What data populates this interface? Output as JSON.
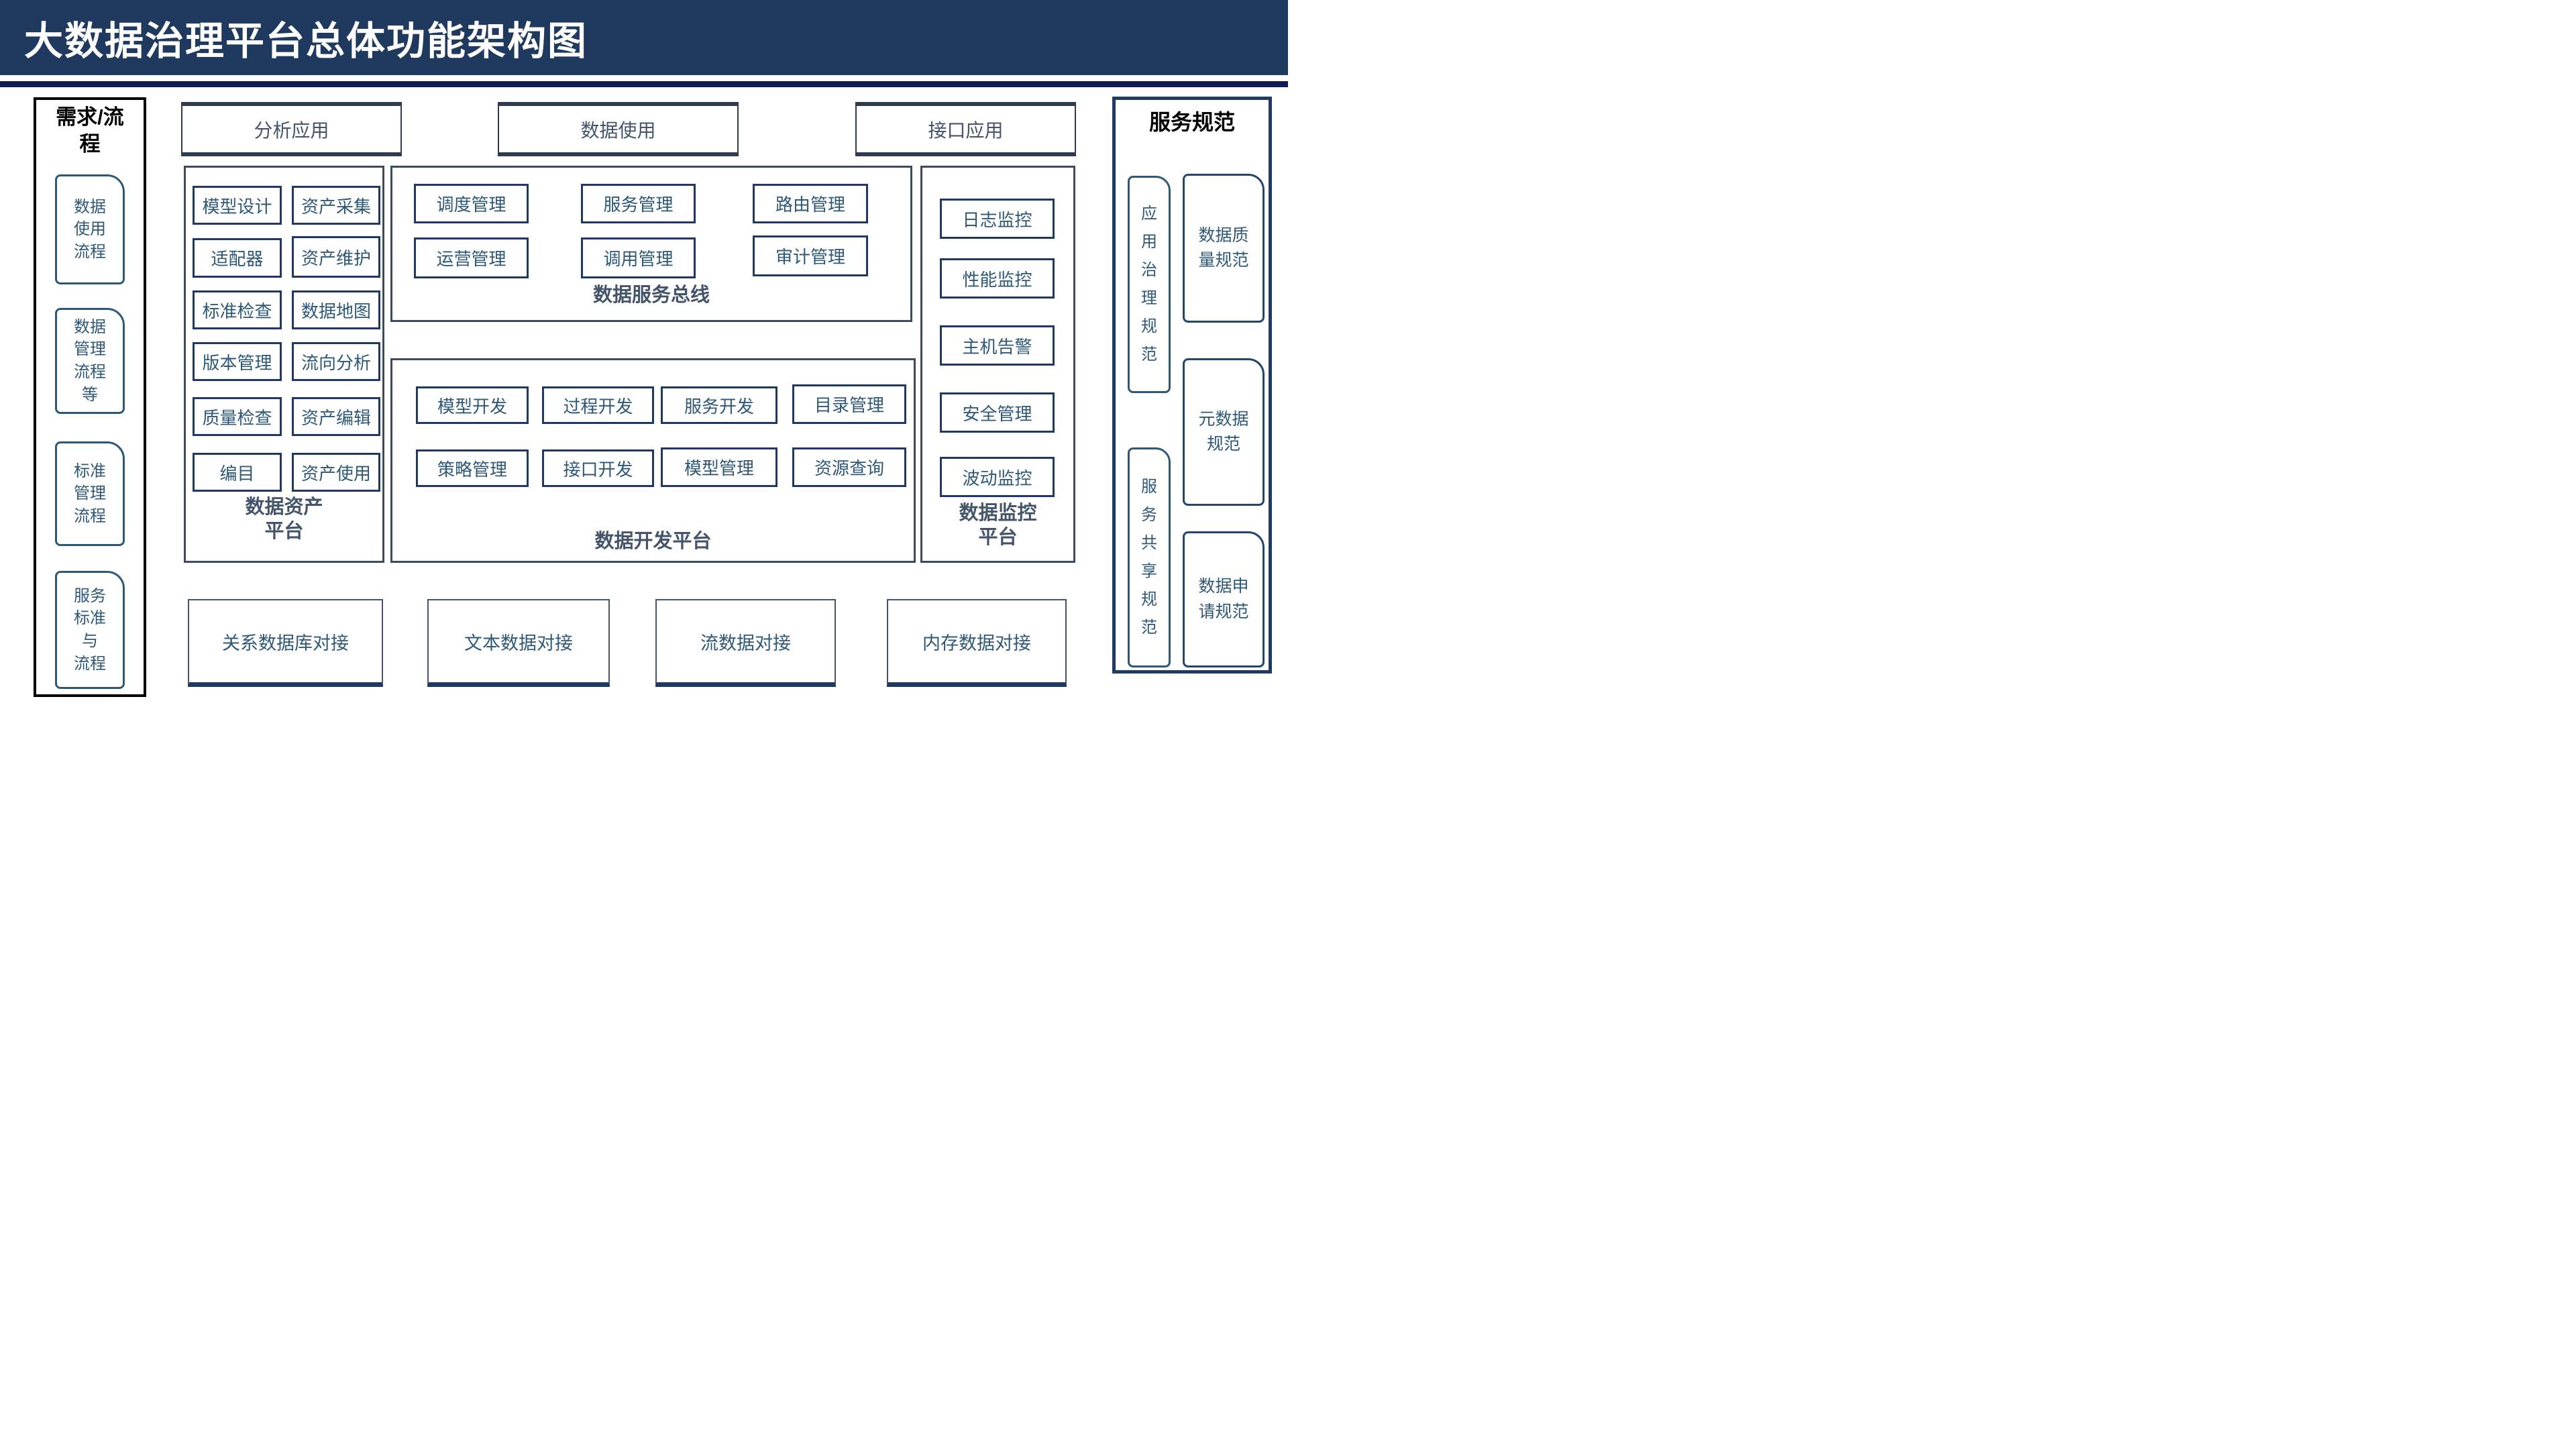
{
  "title": "大数据治理平台总体功能架构图",
  "colors": {
    "header_bg": "#1f3a5e",
    "stripe": "#0e1c55",
    "navy_border": "#1f3864",
    "steel_text": "#2e5878",
    "slate_text": "#44546a",
    "sidebar_border_left": "#000000",
    "sidebar_border_right": "#203a64"
  },
  "left_sidebar": {
    "header": "需求/流\n程",
    "items": [
      {
        "label": "数据\n使用\n流程"
      },
      {
        "label": "数据\n管理\n流程\n等"
      },
      {
        "label": "标准\n管理\n流程"
      },
      {
        "label": "服务\n标准\n与\n流程"
      }
    ]
  },
  "top_row": [
    {
      "label": "分析应用"
    },
    {
      "label": "数据使用"
    },
    {
      "label": "接口应用"
    }
  ],
  "groups": {
    "asset": {
      "label": "数据资产\n平台",
      "items": [
        "模型设计",
        "资产采集",
        "适配器",
        "资产维护",
        "标准检查",
        "数据地图",
        "版本管理",
        "流向分析",
        "质量检查",
        "资产编辑",
        "编目",
        "资产使用"
      ]
    },
    "bus": {
      "label": "数据服务总线",
      "items": [
        "调度管理",
        "服务管理",
        "路由管理",
        "运营管理",
        "调用管理",
        "审计管理"
      ]
    },
    "dev": {
      "label": "数据开发平台",
      "items": [
        "模型开发",
        "过程开发",
        "服务开发",
        "目录管理",
        "策略管理",
        "接口开发",
        "模型管理",
        "资源查询"
      ]
    },
    "monitor": {
      "label": "数据监控\n平台",
      "items": [
        "日志监控",
        "性能监控",
        "主机告警",
        "安全管理",
        "波动监控"
      ]
    }
  },
  "bottom_row": [
    {
      "label": "关系数据库对接"
    },
    {
      "label": "文本数据对接"
    },
    {
      "label": "流数据对接"
    },
    {
      "label": "内存数据对接"
    }
  ],
  "right_sidebar": {
    "header": "服务规范",
    "vertical_items": [
      {
        "label": "应\n用\n治\n理\n规\n范"
      },
      {
        "label": "服\n务\n共\n享\n规\n范"
      }
    ],
    "items": [
      {
        "label": "数据质\n量规范"
      },
      {
        "label": "元数据\n规范"
      },
      {
        "label": "数据申\n请规范"
      }
    ]
  }
}
